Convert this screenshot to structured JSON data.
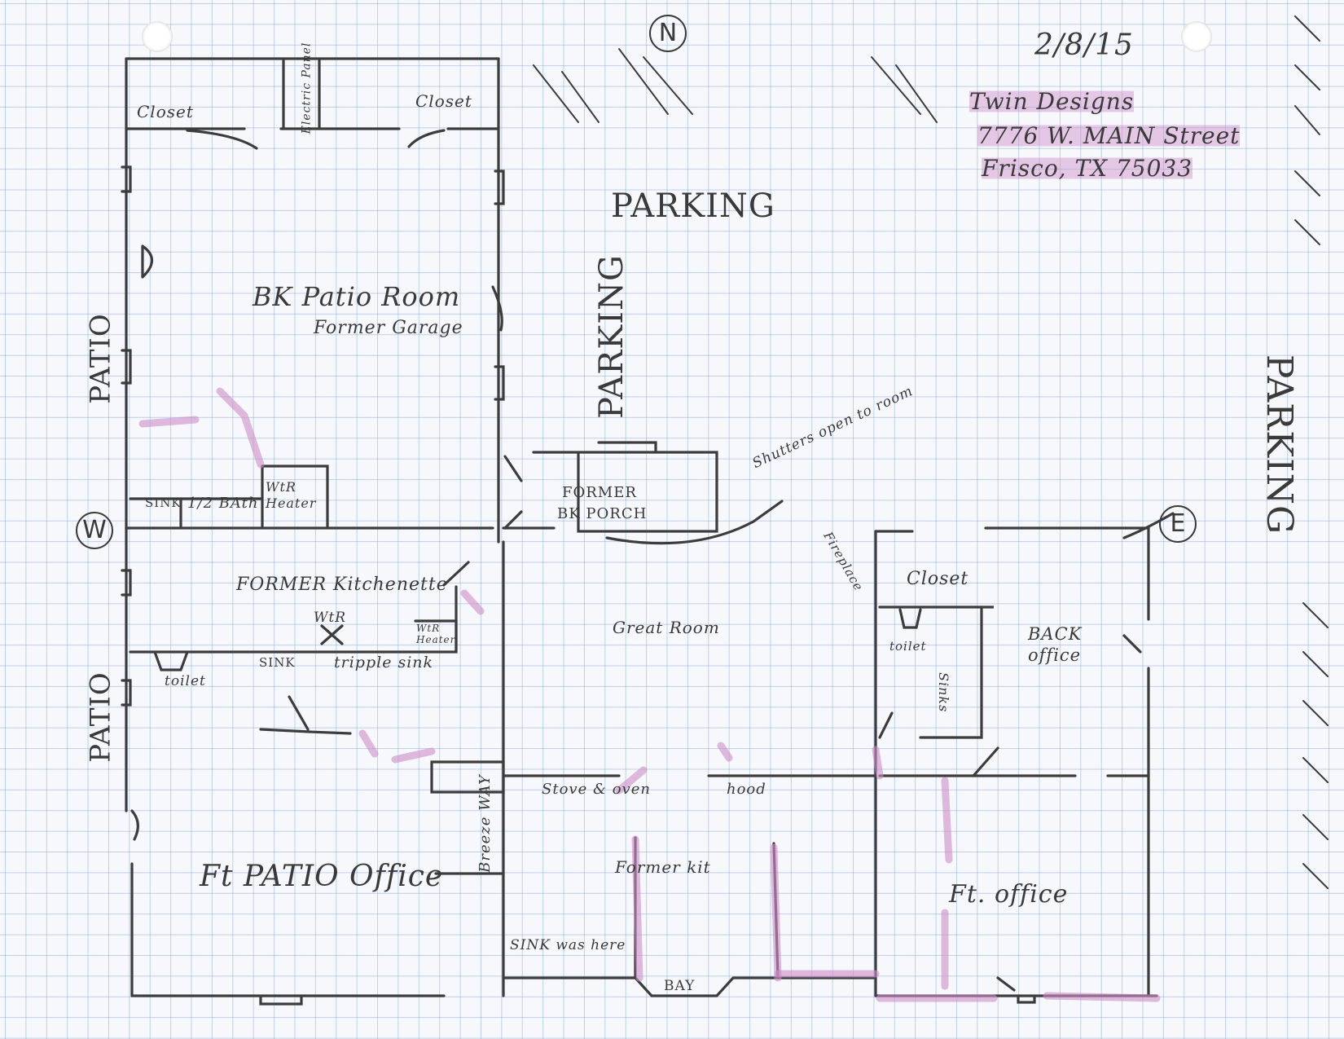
{
  "date": "2/8/15",
  "company": {
    "name": "Twin Designs",
    "address_line1": "7776 W. MAIN Street",
    "address_line2": "Frisco, TX 75033"
  },
  "compass": {
    "north": "N",
    "west": "W",
    "east": "E"
  },
  "outside": {
    "parking_top": "PARKING",
    "parking_middle": "PARKING",
    "parking_right": "PARKING",
    "patio_upper": "PATIO",
    "patio_lower": "PATIO"
  },
  "rooms": {
    "closet_left": "Closet",
    "closet_right": "Closet",
    "electric_panel": "Electric Panel",
    "bk_patio_room": "BK Patio Room",
    "former_garage": "Former Garage",
    "sink_small": "SINK",
    "half_bath": "1/2 BAth",
    "wtr_heater_upper": "WtR Heater",
    "former_kitchenette": "FORMER Kitchenette",
    "wtr": "WtR",
    "wtr_heater_lower": "WtR Heater",
    "toilet_left": "toilet",
    "sink_left": "SINK",
    "tripple_sink": "tripple sink",
    "former_bk_porch_1": "FORMER",
    "former_bk_porch_2": "BK PORCH",
    "shutters": "Shutters open to room",
    "great_room": "Great Room",
    "fireplace": "Fireplace",
    "closet_east": "Closet",
    "toilet_east": "toilet",
    "sinks_east": "Sinks",
    "back_office": "BACK office",
    "stove": "Stove & oven",
    "hood": "hood",
    "breeze_way": "Breeze WAY",
    "ft_patio_office": "Ft PATIO Office",
    "former_kit": "Former kit",
    "sink_was_here": "SINK was here",
    "bay": "BAY",
    "ft_office": "Ft. office"
  },
  "colors": {
    "pencil": "#3a3a3a",
    "highlighter": "#cd8cc8",
    "grid": "#78a0d2"
  }
}
